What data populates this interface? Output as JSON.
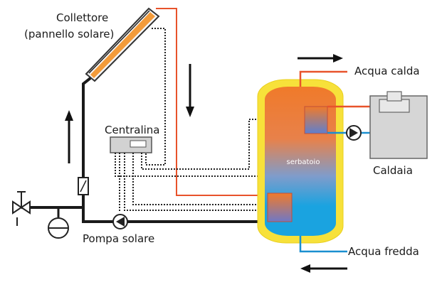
{
  "labels": {
    "collector": "Collettore",
    "collector_sub": "(pannello solare)",
    "controller": "Centralina",
    "solar_pump": "Pompa solare",
    "hot_water": "Acqua calda",
    "cold_water": "Acqua fredda",
    "boiler": "Caldaia",
    "tank": "serbatoio"
  },
  "colors": {
    "hot_pipe": "#e8532b",
    "cold_pipe": "#1a8fd0",
    "solar_circuit": "#1a1a1a",
    "tank_shell": "#f7e13a",
    "tank_top": "#f07a2a",
    "tank_bottom": "#1aa3e0",
    "boiler_body": "#d6d6d6",
    "collector_absorber": "#f39b3a"
  }
}
